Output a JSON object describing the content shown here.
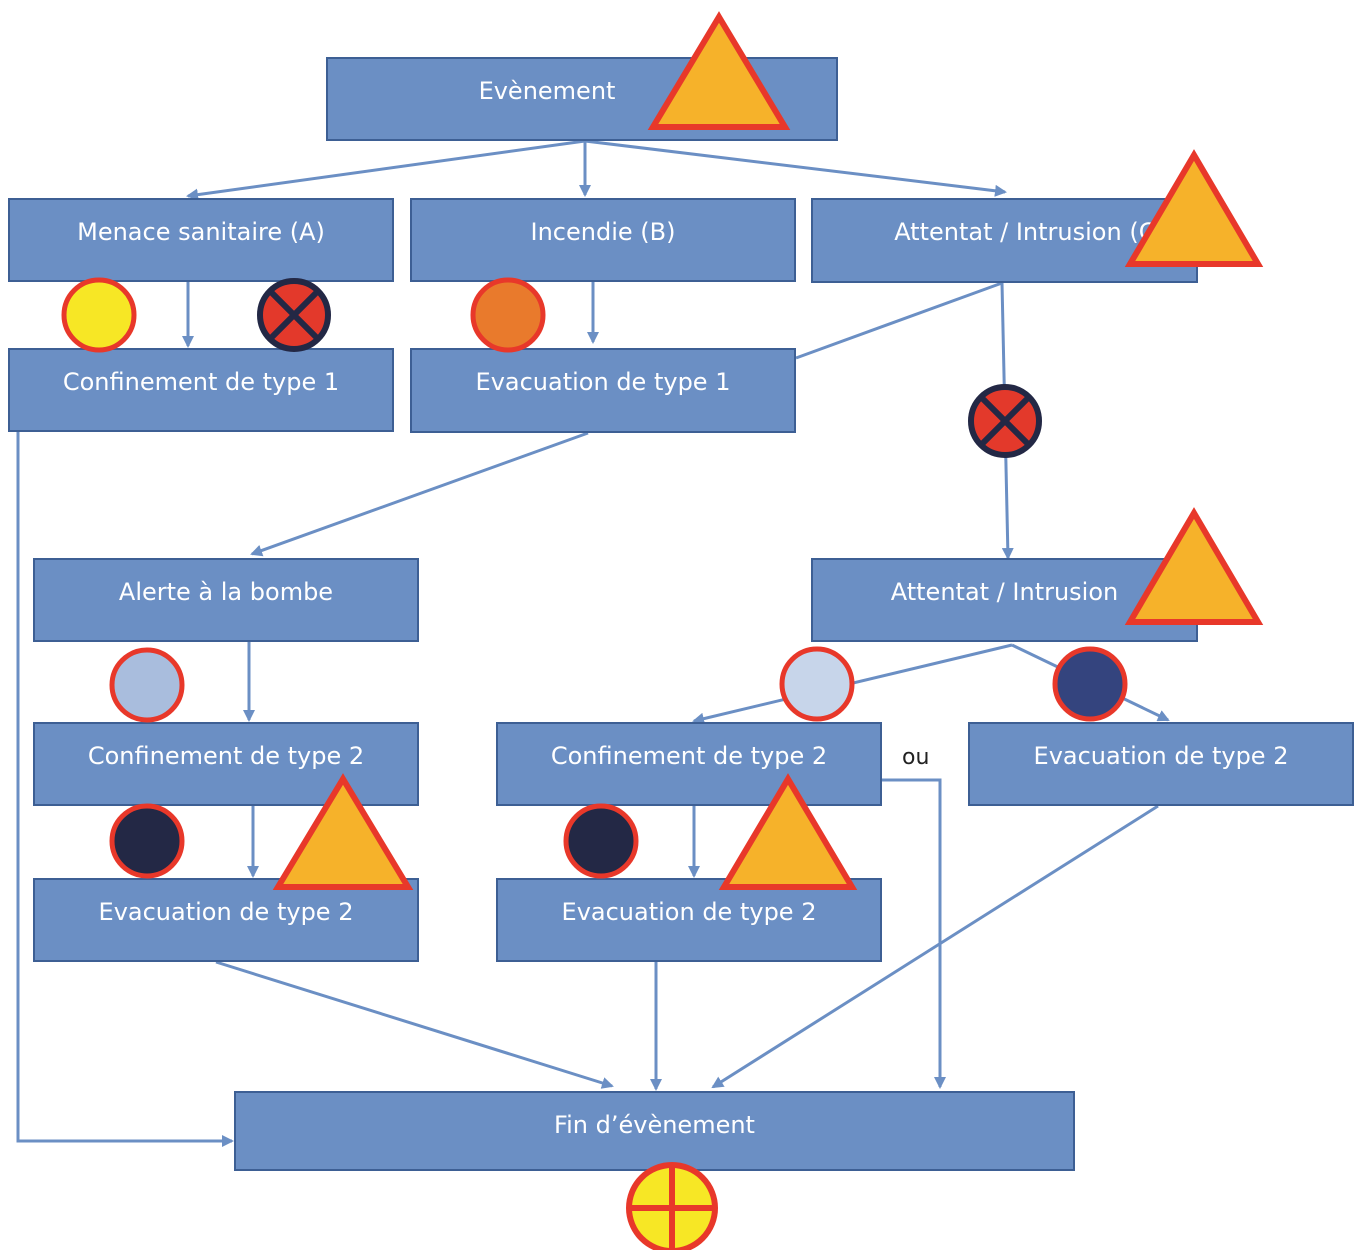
{
  "colors": {
    "box_fill": "#6b8fc4",
    "box_border": "#3d5f94",
    "arrow": "#6b8fc4",
    "triangle_fill": "#f6b22a",
    "marker_outline": "#e8382a",
    "yellow": "#f7e725",
    "orange": "#e97a2c",
    "light_blue": "#a9bddd",
    "pale_blue": "#c7d5ea",
    "navy": "#34447e",
    "dark_navy": "#232845",
    "red": "#e3392b"
  },
  "nodes": {
    "evenement": "Evènement",
    "menace": "Menace sanitaire (A)",
    "incendie": "Incendie (B)",
    "attentat_c": "Attentat / Intrusion (C)",
    "confinement1": "Confinement de type 1",
    "evacuation1": "Evacuation de type 1",
    "alerte": "Alerte à la bombe",
    "attentat": "Attentat / Intrusion",
    "confinement2_left": "Confinement de type 2",
    "confinement2_mid": "Confinement de type 2",
    "evacuation2_right": "Evacuation de type 2",
    "evacuation2_left": "Evacuation de type 2",
    "evacuation2_mid": "Evacuation de type 2",
    "fin": "Fin d’évènement"
  },
  "labels": {
    "ou": "ou"
  },
  "markers": [
    {
      "name": "warning-triangle-icon",
      "shape": "triangle"
    },
    {
      "name": "yellow-circle-icon",
      "shape": "circle",
      "fill": "yellow"
    },
    {
      "name": "red-cross-circle-icon",
      "shape": "cross-circle"
    },
    {
      "name": "orange-circle-icon",
      "shape": "circle",
      "fill": "orange"
    },
    {
      "name": "light-blue-circle-icon",
      "shape": "circle",
      "fill": "light_blue"
    },
    {
      "name": "pale-blue-circle-icon",
      "shape": "circle",
      "fill": "pale_blue"
    },
    {
      "name": "navy-circle-icon",
      "shape": "circle",
      "fill": "navy"
    },
    {
      "name": "dark-navy-circle-icon",
      "shape": "circle",
      "fill": "dark_navy"
    },
    {
      "name": "yellow-plus-circle-icon",
      "shape": "plus-circle"
    }
  ]
}
